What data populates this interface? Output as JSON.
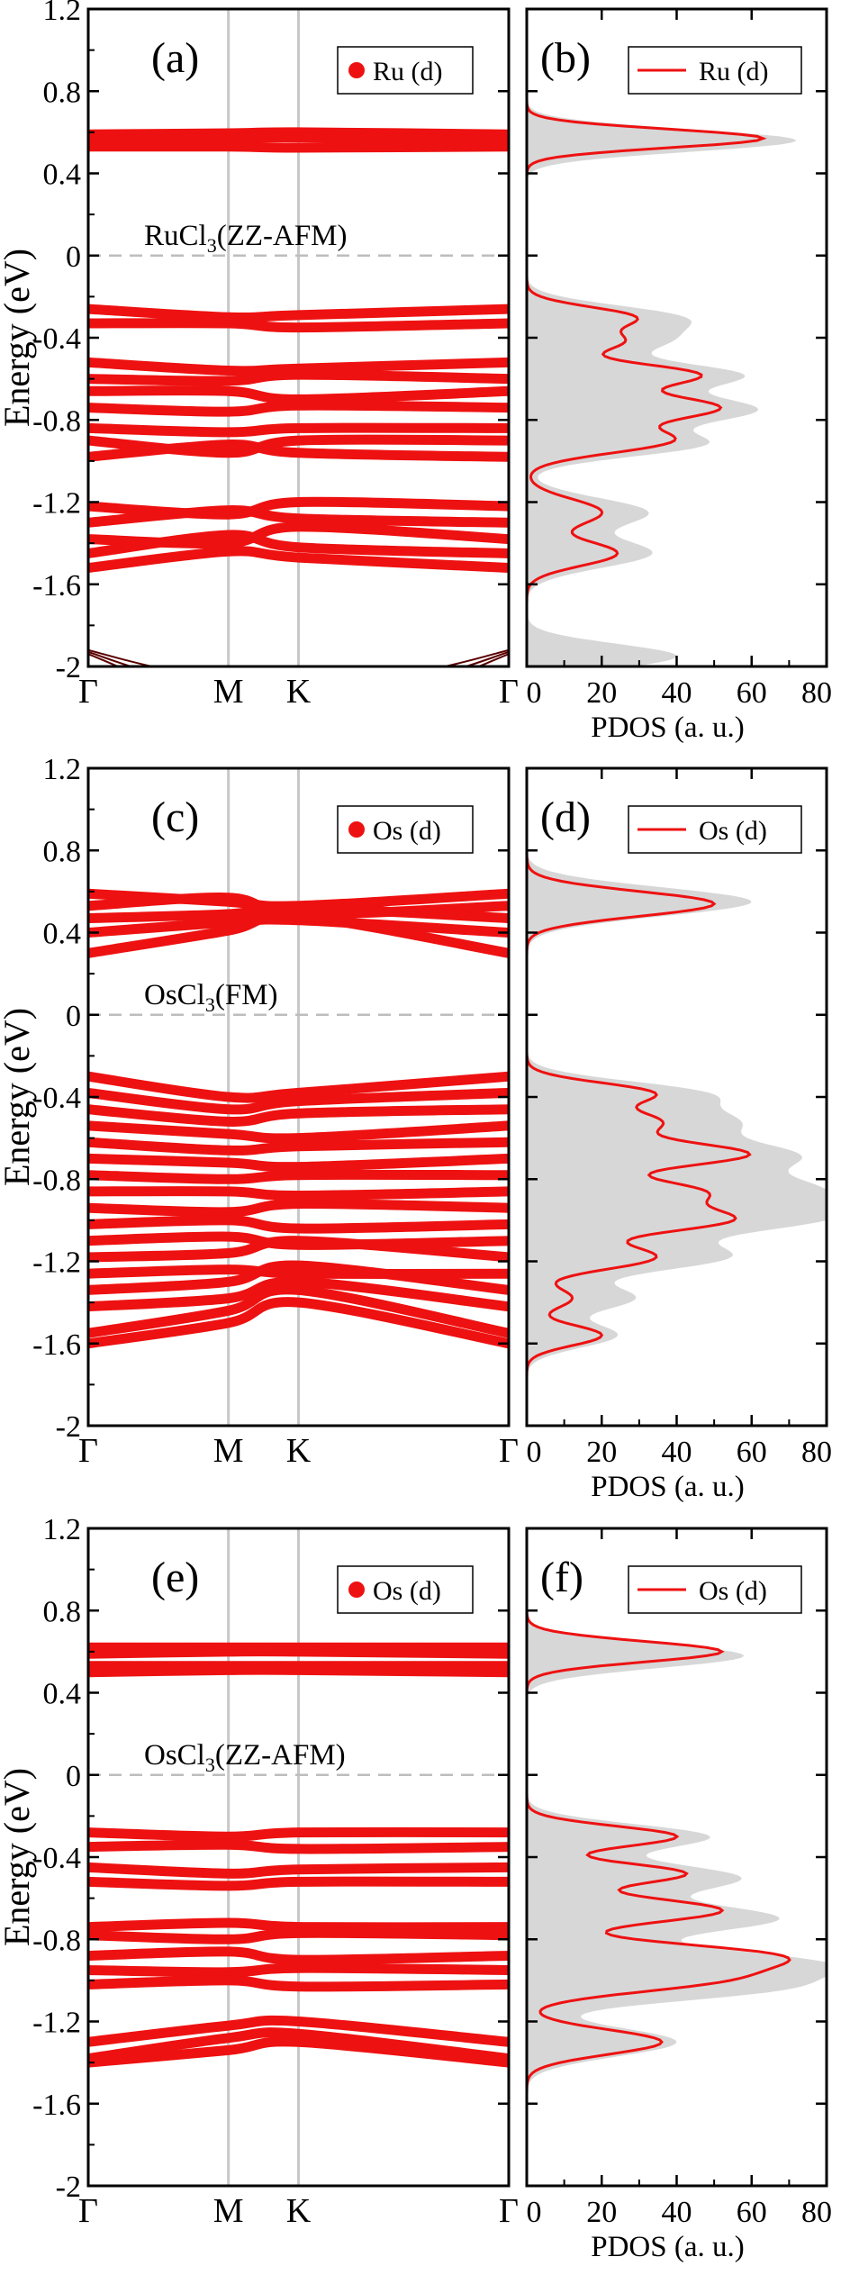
{
  "colors": {
    "band": "#ee1111",
    "dos_fill": "#d7d7d7",
    "axis": "#000000",
    "vline": "#c8c8c8",
    "fermi": "#bdbdbd"
  },
  "chart_data": [
    {
      "type": "line",
      "panel_label": "(a)",
      "legend": "Ru (d)",
      "compound": {
        "main": "RuCl",
        "sub": "3",
        "suffix": "(ZZ-AFM)"
      },
      "ylabel": "Energy (eV)",
      "ylim": [
        -2,
        1.2
      ],
      "yticks": [
        "1.2",
        "0.8",
        "0.4",
        "0",
        "-0.4",
        "-0.8",
        "-1.2",
        "-1.6",
        "-2"
      ],
      "xticks": [
        "Γ",
        "M",
        "K",
        "Γ"
      ],
      "x": [
        0,
        1,
        1.5,
        3
      ],
      "series": [
        {
          "values": [
            0.59,
            0.595,
            0.6,
            0.59
          ]
        },
        {
          "values": [
            0.56,
            0.57,
            0.575,
            0.56
          ]
        },
        {
          "values": [
            0.53,
            0.53,
            0.525,
            0.53
          ]
        },
        {
          "values": [
            -0.26,
            -0.3,
            -0.29,
            -0.26
          ]
        },
        {
          "values": [
            -0.33,
            -0.33,
            -0.35,
            -0.33
          ]
        },
        {
          "values": [
            -0.52,
            -0.56,
            -0.55,
            -0.52
          ]
        },
        {
          "values": [
            -0.6,
            -0.61,
            -0.58,
            -0.6
          ]
        },
        {
          "values": [
            -0.66,
            -0.66,
            -0.7,
            -0.66
          ]
        },
        {
          "values": [
            -0.74,
            -0.76,
            -0.73,
            -0.74
          ]
        },
        {
          "values": [
            -0.84,
            -0.86,
            -0.84,
            -0.84
          ]
        },
        {
          "values": [
            -0.9,
            -0.96,
            -0.9,
            -0.9
          ]
        },
        {
          "values": [
            -0.98,
            -0.92,
            -0.96,
            -0.98
          ]
        },
        {
          "values": [
            -1.22,
            -1.26,
            -1.2,
            -1.22
          ]
        },
        {
          "values": [
            -1.3,
            -1.24,
            -1.28,
            -1.3
          ]
        },
        {
          "values": [
            -1.38,
            -1.4,
            -1.32,
            -1.38
          ]
        },
        {
          "values": [
            -1.45,
            -1.36,
            -1.42,
            -1.45
          ]
        },
        {
          "values": [
            -1.52,
            -1.44,
            -1.47,
            -1.52
          ]
        }
      ],
      "bottom_bands_black": true
    },
    {
      "type": "area",
      "panel_label": "(b)",
      "legend": "Ru (d)",
      "xlabel": "PDOS (a. u.)",
      "xlim": [
        0,
        80
      ],
      "xticks": [
        "0",
        "20",
        "40",
        "60",
        "80"
      ],
      "ylim": [
        -2,
        1.2
      ],
      "peaks_total": [
        [
          0.56,
          72,
          0.055
        ],
        [
          -0.3,
          38,
          0.06
        ],
        [
          -0.42,
          32,
          0.06
        ],
        [
          -0.58,
          54,
          0.06
        ],
        [
          -0.75,
          60,
          0.07
        ],
        [
          -0.92,
          45,
          0.06
        ],
        [
          -1.25,
          32,
          0.07
        ],
        [
          -1.45,
          33,
          0.07
        ],
        [
          -1.95,
          40,
          0.06
        ]
      ],
      "peaks_red": [
        [
          0.57,
          63,
          0.045
        ],
        [
          -0.3,
          28,
          0.05
        ],
        [
          -0.42,
          24,
          0.05
        ],
        [
          -0.58,
          45,
          0.055
        ],
        [
          -0.74,
          50,
          0.06
        ],
        [
          -0.9,
          38,
          0.06
        ],
        [
          -1.25,
          20,
          0.065
        ],
        [
          -1.45,
          24,
          0.06
        ]
      ]
    },
    {
      "type": "line",
      "panel_label": "(c)",
      "legend": "Os (d)",
      "compound": {
        "main": "OsCl",
        "sub": "3",
        "suffix": "(FM)"
      },
      "ylabel": "Energy (eV)",
      "ylim": [
        -2,
        1.2
      ],
      "yticks": [
        "1.2",
        "0.8",
        "0.4",
        "0",
        "-0.4",
        "-0.8",
        "-1.2",
        "-1.6",
        "-2"
      ],
      "xticks": [
        "Γ",
        "M",
        "K",
        "Γ"
      ],
      "x": [
        0,
        1,
        1.5,
        3
      ],
      "series": [
        {
          "values": [
            0.59,
            0.55,
            0.53,
            0.59
          ]
        },
        {
          "values": [
            0.53,
            0.57,
            0.49,
            0.53
          ]
        },
        {
          "values": [
            0.47,
            0.49,
            0.52,
            0.47
          ]
        },
        {
          "values": [
            0.4,
            0.45,
            0.46,
            0.4
          ]
        },
        {
          "values": [
            0.3,
            0.41,
            0.48,
            0.3
          ]
        },
        {
          "values": [
            -0.3,
            -0.4,
            -0.38,
            -0.3
          ]
        },
        {
          "values": [
            -0.38,
            -0.46,
            -0.42,
            -0.38
          ]
        },
        {
          "values": [
            -0.46,
            -0.52,
            -0.48,
            -0.46
          ]
        },
        {
          "values": [
            -0.54,
            -0.58,
            -0.6,
            -0.54
          ]
        },
        {
          "values": [
            -0.62,
            -0.66,
            -0.64,
            -0.62
          ]
        },
        {
          "values": [
            -0.7,
            -0.72,
            -0.74,
            -0.7
          ]
        },
        {
          "values": [
            -0.78,
            -0.8,
            -0.78,
            -0.78
          ]
        },
        {
          "values": [
            -0.86,
            -0.86,
            -0.88,
            -0.86
          ]
        },
        {
          "values": [
            -0.94,
            -0.96,
            -0.92,
            -0.94
          ]
        },
        {
          "values": [
            -1.02,
            -1.0,
            -1.04,
            -1.02
          ]
        },
        {
          "values": [
            -1.1,
            -1.08,
            -1.12,
            -1.1
          ]
        },
        {
          "values": [
            -1.18,
            -1.16,
            -1.1,
            -1.18
          ]
        },
        {
          "values": [
            -1.26,
            -1.24,
            -1.26,
            -1.26
          ]
        },
        {
          "values": [
            -1.34,
            -1.3,
            -1.22,
            -1.34
          ]
        },
        {
          "values": [
            -1.42,
            -1.38,
            -1.3,
            -1.42
          ]
        },
        {
          "values": [
            -1.55,
            -1.44,
            -1.34,
            -1.55
          ]
        },
        {
          "values": [
            -1.6,
            -1.5,
            -1.4,
            -1.6
          ]
        }
      ]
    },
    {
      "type": "area",
      "panel_label": "(d)",
      "legend": "Os (d)",
      "xlabel": "PDOS (a. u.)",
      "xlim": [
        0,
        80
      ],
      "xticks": [
        "0",
        "20",
        "40",
        "60",
        "80"
      ],
      "ylim": [
        -2,
        1.2
      ],
      "peaks_total": [
        [
          0.55,
          60,
          0.07
        ],
        [
          -0.38,
          42,
          0.06
        ],
        [
          -0.52,
          50,
          0.07
        ],
        [
          -0.68,
          62,
          0.07
        ],
        [
          -0.85,
          70,
          0.08
        ],
        [
          -1.0,
          66,
          0.07
        ],
        [
          -1.18,
          52,
          0.07
        ],
        [
          -1.38,
          28,
          0.06
        ],
        [
          -1.56,
          24,
          0.06
        ]
      ],
      "peaks_red": [
        [
          0.54,
          50,
          0.06
        ],
        [
          -0.38,
          32,
          0.05
        ],
        [
          -0.52,
          34,
          0.06
        ],
        [
          -0.68,
          58,
          0.06
        ],
        [
          -0.86,
          44,
          0.06
        ],
        [
          -1.0,
          52,
          0.06
        ],
        [
          -1.18,
          34,
          0.06
        ],
        [
          -1.38,
          12,
          0.05
        ],
        [
          -1.56,
          20,
          0.05
        ]
      ]
    },
    {
      "type": "line",
      "panel_label": "(e)",
      "legend": "Os (d)",
      "compound": {
        "main": "OsCl",
        "sub": "3",
        "suffix": "(ZZ-AFM)"
      },
      "ylabel": "Energy (eV)",
      "ylim": [
        -2,
        1.2
      ],
      "yticks": [
        "1.2",
        "0.8",
        "0.4",
        "0",
        "-0.4",
        "-0.8",
        "-1.2",
        "-1.6",
        "-2"
      ],
      "xticks": [
        "Γ",
        "M",
        "K",
        "Γ"
      ],
      "x": [
        0,
        1,
        1.5,
        3
      ],
      "series": [
        {
          "values": [
            0.62,
            0.62,
            0.62,
            0.62
          ]
        },
        {
          "values": [
            0.59,
            0.6,
            0.6,
            0.59
          ]
        },
        {
          "values": [
            0.53,
            0.53,
            0.53,
            0.53
          ]
        },
        {
          "values": [
            0.5,
            0.51,
            0.51,
            0.5
          ]
        },
        {
          "values": [
            -0.28,
            -0.3,
            -0.28,
            -0.28
          ]
        },
        {
          "values": [
            -0.35,
            -0.34,
            -0.36,
            -0.35
          ]
        },
        {
          "values": [
            -0.45,
            -0.48,
            -0.46,
            -0.45
          ]
        },
        {
          "values": [
            -0.52,
            -0.54,
            -0.52,
            -0.52
          ]
        },
        {
          "values": [
            -0.74,
            -0.72,
            -0.74,
            -0.74
          ]
        },
        {
          "values": [
            -0.78,
            -0.8,
            -0.77,
            -0.78
          ]
        },
        {
          "values": [
            -0.88,
            -0.86,
            -0.9,
            -0.88
          ]
        },
        {
          "values": [
            -0.95,
            -0.96,
            -0.94,
            -0.95
          ]
        },
        {
          "values": [
            -1.02,
            -1.0,
            -1.03,
            -1.02
          ]
        },
        {
          "values": [
            -1.3,
            -1.22,
            -1.2,
            -1.3
          ]
        },
        {
          "values": [
            -1.38,
            -1.28,
            -1.26,
            -1.38
          ]
        },
        {
          "values": [
            -1.4,
            -1.34,
            -1.3,
            -1.4
          ]
        }
      ]
    },
    {
      "type": "area",
      "panel_label": "(f)",
      "legend": "Os (d)",
      "xlabel": "PDOS (a. u.)",
      "xlim": [
        0,
        80
      ],
      "xticks": [
        "0",
        "20",
        "40",
        "60",
        "80"
      ],
      "ylim": [
        -2,
        1.2
      ],
      "peaks_total": [
        [
          0.58,
          58,
          0.06
        ],
        [
          -0.3,
          48,
          0.06
        ],
        [
          -0.5,
          56,
          0.07
        ],
        [
          -0.7,
          66,
          0.07
        ],
        [
          -0.92,
          76,
          0.07
        ],
        [
          -1.05,
          54,
          0.06
        ],
        [
          -1.3,
          40,
          0.07
        ]
      ],
      "peaks_red": [
        [
          0.6,
          52,
          0.05
        ],
        [
          -0.3,
          40,
          0.05
        ],
        [
          -0.48,
          42,
          0.05
        ],
        [
          -0.66,
          52,
          0.06
        ],
        [
          -0.88,
          62,
          0.06
        ],
        [
          -1.0,
          46,
          0.06
        ],
        [
          -1.3,
          36,
          0.06
        ]
      ]
    }
  ]
}
